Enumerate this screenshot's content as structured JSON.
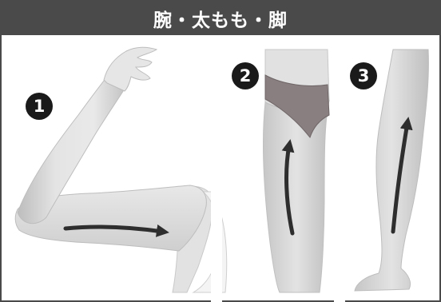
{
  "header": {
    "title": "腕・太もも・脚"
  },
  "steps": [
    {
      "number": "1",
      "body_part": "arm"
    },
    {
      "number": "2",
      "body_part": "thigh"
    },
    {
      "number": "3",
      "body_part": "leg"
    }
  ],
  "colors": {
    "header_bg": "#4a4a4a",
    "header_text": "#ffffff",
    "badge_bg": "#1a1a1a",
    "arrow": "#2e2e2e",
    "skin": "#dcdcdc"
  },
  "icons": {
    "arm": "arm-illustration",
    "thigh": "thigh-illustration",
    "leg": "leg-illustration",
    "arrow": "arrow-icon"
  }
}
